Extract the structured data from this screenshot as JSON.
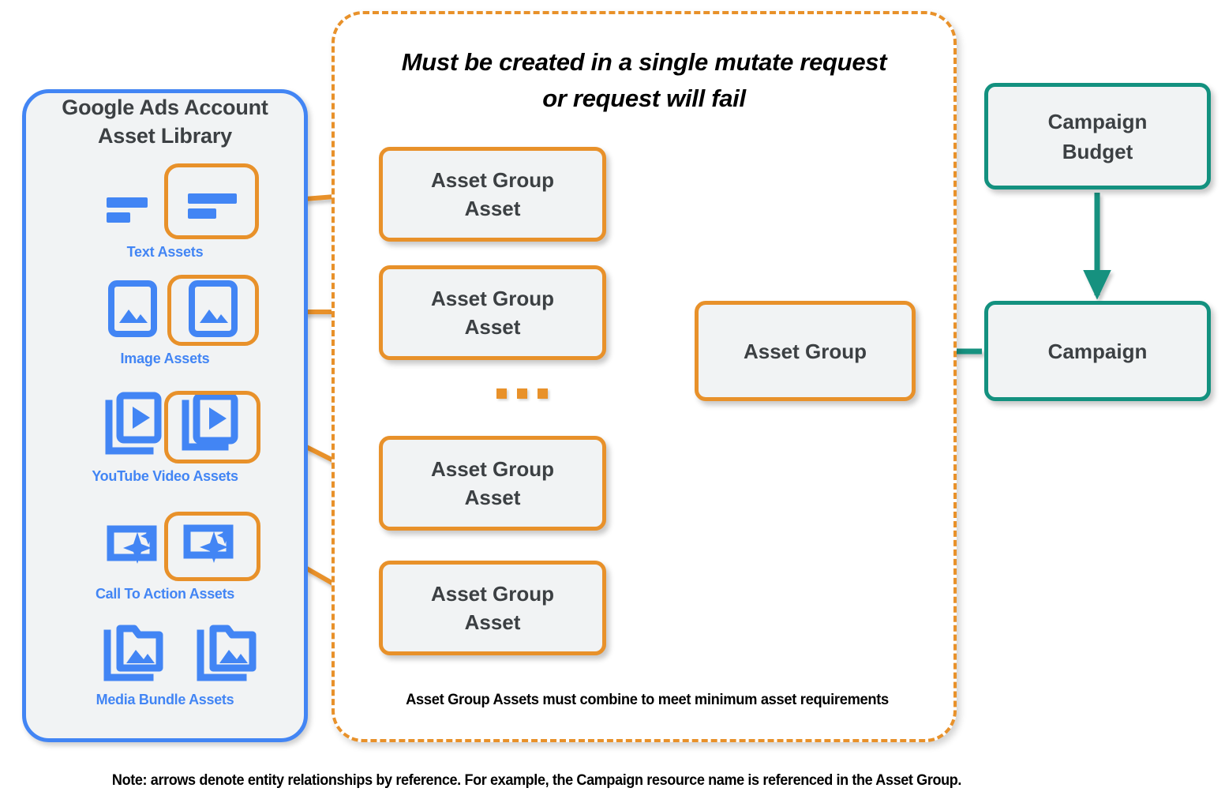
{
  "diagram": {
    "title": "Google Ads Performance Max asset structure",
    "colors": {
      "blue": "#4285f4",
      "orange": "#e8912a",
      "teal": "#13917f",
      "node_fill": "#f1f3f4",
      "text": "#3c4043"
    }
  },
  "sidebar": {
    "title": "Google Ads Account\nAsset Library",
    "assets": [
      {
        "label": "Text Assets",
        "icon": "text-asset-icon"
      },
      {
        "label": "Image Assets",
        "icon": "image-asset-icon"
      },
      {
        "label": "YouTube Video  Assets",
        "icon": "video-asset-icon"
      },
      {
        "label": "Call To Action Assets",
        "icon": "call-to-action-asset-icon"
      },
      {
        "label": "Media Bundle  Assets",
        "icon": "media-bundle-asset-icon"
      }
    ]
  },
  "mutate_group": {
    "title": "Must be created in a single mutate request\nor request will fail",
    "footnote": "Asset Group Assets must combine to meet minimum asset requirements",
    "ellipsis": "...",
    "asset_group_assets": [
      {
        "label": "Asset Group\nAsset"
      },
      {
        "label": "Asset Group\nAsset"
      },
      {
        "label": "Asset Group\nAsset"
      },
      {
        "label": "Asset Group\nAsset"
      }
    ]
  },
  "nodes": {
    "asset_group": "Asset Group",
    "campaign_budget": "Campaign\nBudget",
    "campaign": "Campaign"
  },
  "footer": {
    "note": "Note: arrows denote entity relationships by reference. For example, the Campaign resource name is referenced in the Asset Group."
  }
}
